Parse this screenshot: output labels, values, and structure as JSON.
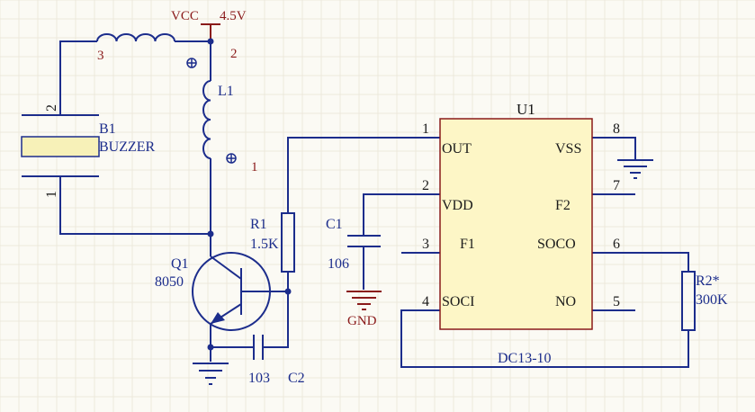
{
  "power": {
    "vcc_label": "VCC",
    "vcc_voltage": "4.5V",
    "gnd_label": "GND"
  },
  "transformer": {
    "designator": "L1",
    "pins": {
      "p1": "1",
      "p2": "2",
      "p3": "3"
    }
  },
  "buzzer": {
    "designator": "B1",
    "value": "BUZZER",
    "pins": {
      "p1": "1",
      "p2": "2"
    }
  },
  "r1": {
    "designator": "R1",
    "value": "1.5K"
  },
  "q1": {
    "designator": "Q1",
    "value": "8050"
  },
  "c1": {
    "designator": "C1",
    "value": "106"
  },
  "c2": {
    "designator": "C2",
    "value": "103"
  },
  "r2": {
    "designator": "R2*",
    "value": "300K"
  },
  "u1": {
    "designator": "U1",
    "part": "DC13-10",
    "pins": [
      {
        "num": "1",
        "name": "OUT"
      },
      {
        "num": "2",
        "name": "VDD"
      },
      {
        "num": "3",
        "name": "F1"
      },
      {
        "num": "4",
        "name": "SOCI"
      },
      {
        "num": "5",
        "name": "NO"
      },
      {
        "num": "6",
        "name": "SOCO"
      },
      {
        "num": "7",
        "name": "F2"
      },
      {
        "num": "8",
        "name": "VSS"
      }
    ]
  },
  "colors": {
    "wire": "#1c2d8c",
    "power": "#8a1a1a",
    "ic_fill": "#fdf6c6",
    "buzzer_fill": "#f7f1b8"
  }
}
